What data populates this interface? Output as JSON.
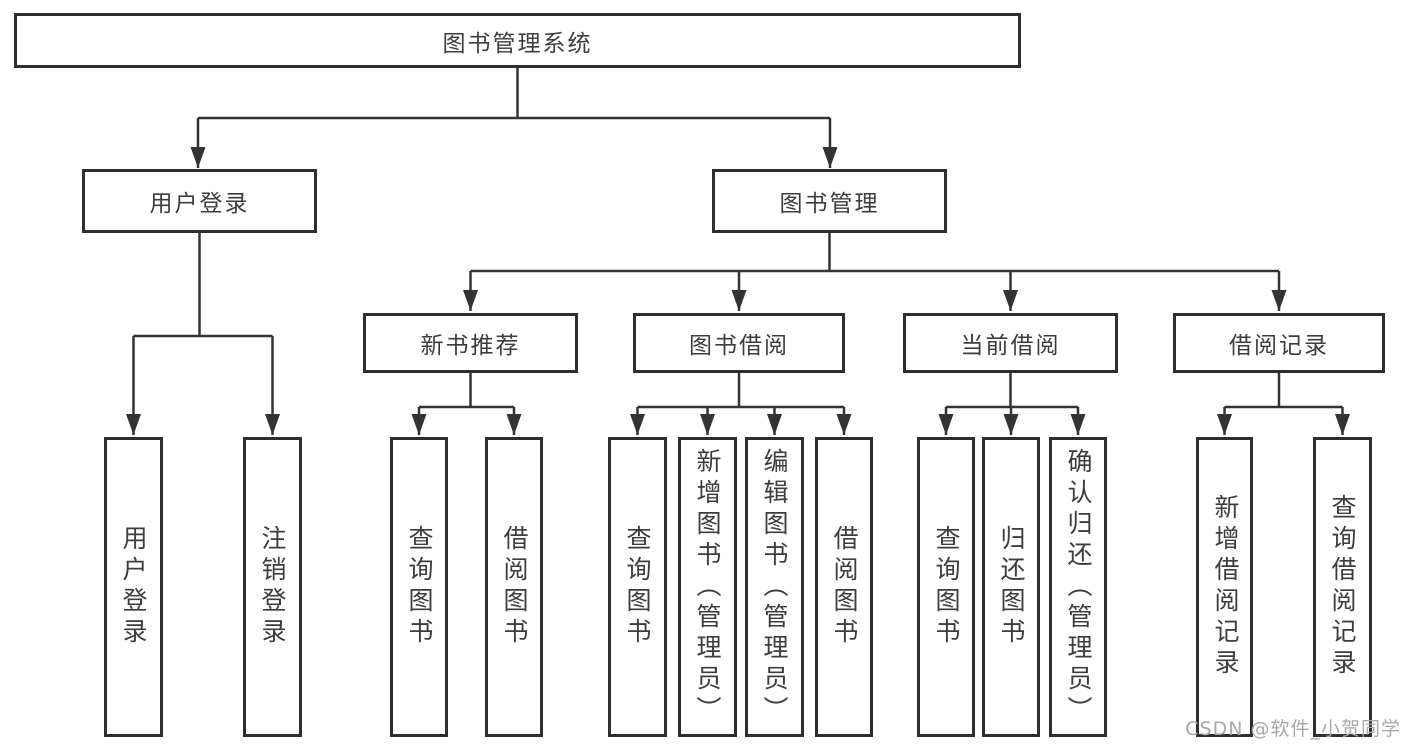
{
  "diagram_title": "图书管理系统",
  "tree": {
    "label": "图书管理系统",
    "children": [
      {
        "label": "用户登录",
        "children": [
          {
            "label": "用户登录"
          },
          {
            "label": "注销登录"
          }
        ]
      },
      {
        "label": "图书管理",
        "children": [
          {
            "label": "新书推荐",
            "children": [
              {
                "label": "查询图书"
              },
              {
                "label": "借阅图书"
              }
            ]
          },
          {
            "label": "图书借阅",
            "children": [
              {
                "label": "查询图书"
              },
              {
                "label": "新增图书（管理员）"
              },
              {
                "label": "编辑图书（管理员）"
              },
              {
                "label": "借阅图书"
              }
            ]
          },
          {
            "label": "当前借阅",
            "children": [
              {
                "label": "查询图书"
              },
              {
                "label": "归还图书"
              },
              {
                "label": "确认归还（管理员）"
              }
            ]
          },
          {
            "label": "借阅记录",
            "children": [
              {
                "label": "新增借阅记录"
              },
              {
                "label": "查询借阅记录"
              }
            ]
          }
        ]
      }
    ]
  },
  "watermark": {
    "text": "CSDN @软件_小贺同学"
  },
  "colors": {
    "line": "#333333",
    "border": "#2e2e2e",
    "text": "#3d3d3d",
    "watermark": "#a9a9a9",
    "background": "#ffffff"
  }
}
